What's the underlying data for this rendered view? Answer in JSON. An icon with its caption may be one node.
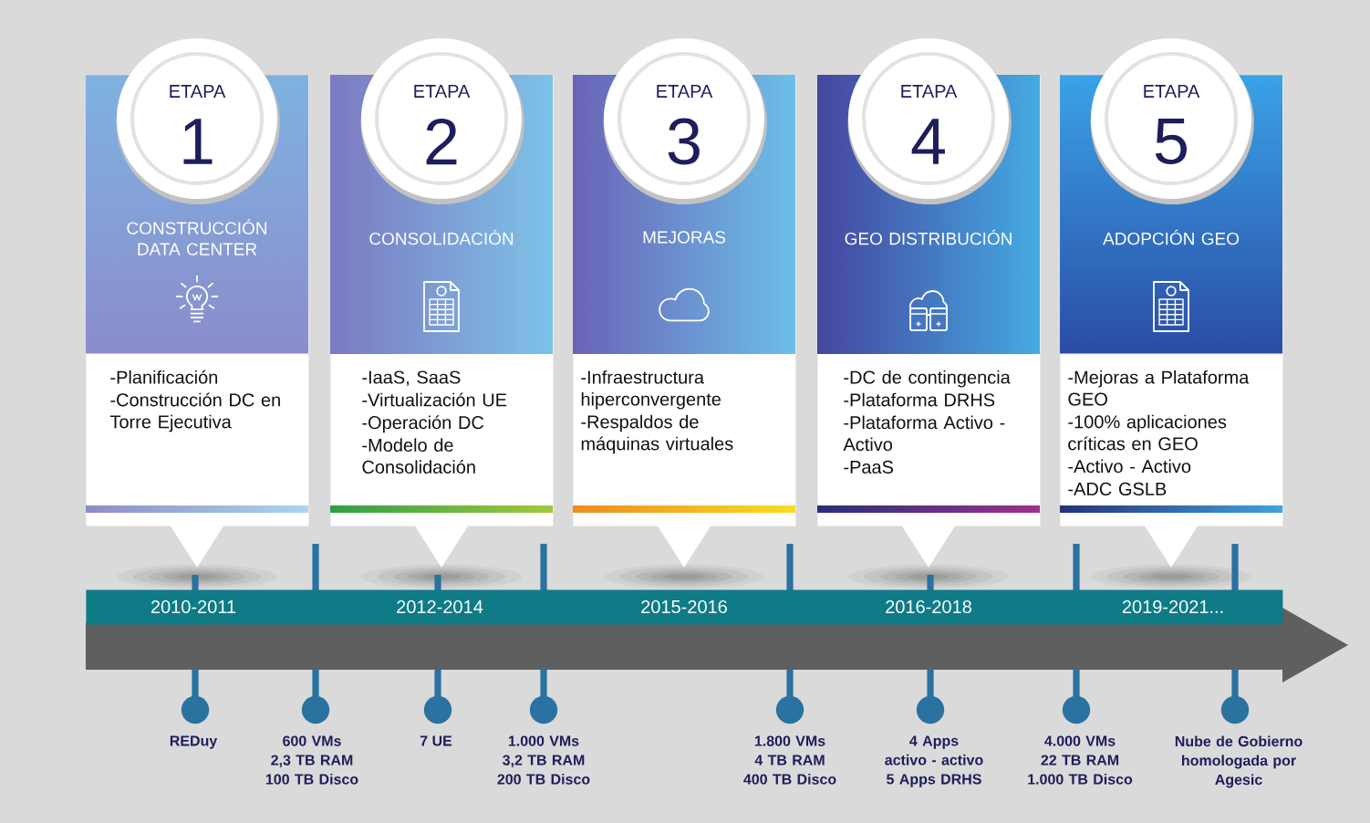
{
  "diagram": {
    "nodes": [
      {
        "text": [
          "ETAPA",
          "1"
        ]
      },
      {
        "text": [
          "CONSTRUCCIÓN DATA CENTER",
          "-Planificación",
          "-Construcción DC en Torre Ejecutiva"
        ]
      },
      {
        "text": [
          "ETAPA",
          "2"
        ]
      },
      {
        "text": [
          "CONSOLIDACIÓN",
          "-IaaS, SaaS",
          "-Virtualización UE",
          "-Operación DC",
          "-Modelo de Consolidación"
        ]
      },
      {
        "text": [
          "ETAPA",
          "3"
        ]
      },
      {
        "text": [
          "MEJORAS",
          "-Infraestructura hiperconvergente",
          "-Respaldos de máquinas virtuales"
        ]
      },
      {
        "text": [
          "ETAPA",
          "4"
        ]
      },
      {
        "text": [
          "GEO DISTRIBUCIÓN",
          "-DC de contingencia",
          "-Plataforma DRHS",
          "-Plataforma Activo - Activo",
          "-PaaS"
        ]
      },
      {
        "text": [
          "ETAPA",
          "5"
        ]
      },
      {
        "text": [
          "ADOPCIÓN GEO",
          "-Mejoras a Plataforma GEO",
          "-100% aplicaciones críticas en GEO",
          "-Activo - Activo",
          "-ADC GSLB"
        ]
      },
      {
        "text": [
          "2010-2011",
          "2012-2014",
          "2015-2016",
          "2016-2018",
          "2019-2021..."
        ]
      }
    ],
    "labels": [
      "REDuy",
      "600 VMs 2,3 TB RAM 100 TB Disco",
      "7 UE",
      "1.000 VMs 3,2 TB RAM 200 TB Disco",
      "1.800 VMs 4 TB RAM 400 TB Disco",
      "4 Apps activo - activo 5 Apps DRHS",
      "4.000 VMs 22 TB RAM 1.000 TB Disco",
      "Nube de Gobierno homologada por Agesic"
    ]
  }
}
